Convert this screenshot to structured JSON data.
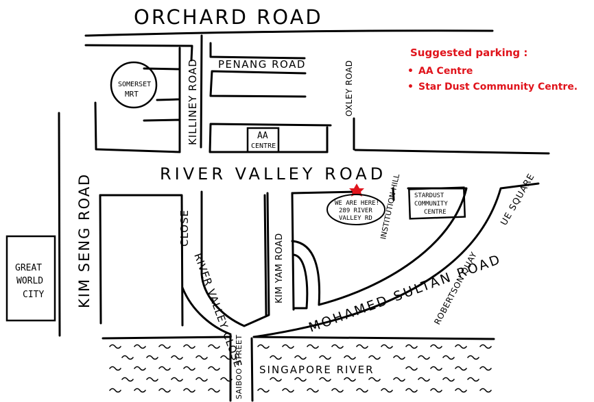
{
  "colors": {
    "ink": "#000000",
    "accent": "#e0141c",
    "paper": "#ffffff"
  },
  "roads": {
    "orchard": "ORCHARD ROAD",
    "penang": "PENANG ROAD",
    "killiney": "KILLINEY ROAD",
    "oxley": "OXLEY ROAD",
    "river_valley": "RIVER VALLEY ROAD",
    "kim_seng": "KIM SENG ROAD",
    "river_valley_close": "RIVER VALLEY CLOSE",
    "kim_yam": "KIM YAM ROAD",
    "institution_hill": "INSTITUTION HILL",
    "mohamed_sultan": "MOHAMED SULTAN ROAD",
    "ue_square": "UE SQUARE",
    "robertson_quay": "ROBERTSON QUAY",
    "saiboo": "SAIBOO STREET",
    "singapore_river": "SINGAPORE RIVER"
  },
  "places": {
    "somerset_line1": "SOMERSET",
    "somerset_line2": "MRT",
    "aa_line1": "AA",
    "aa_line2": "CENTRE",
    "stardust_line1": "STARDUST",
    "stardust_line2": "COMMUNITY",
    "stardust_line3": "CENTRE",
    "gwc_line1": "GREAT",
    "gwc_line2": "WORLD",
    "gwc_line3": "CITY"
  },
  "marker": {
    "icon": "star-marker-icon",
    "line1": "WE ARE HERE!",
    "line2": "289 RIVER",
    "line3": "VALLEY RD"
  },
  "parking": {
    "title": "Suggested parking :",
    "items": [
      "AA Centre",
      "Star Dust Community Centre."
    ]
  }
}
